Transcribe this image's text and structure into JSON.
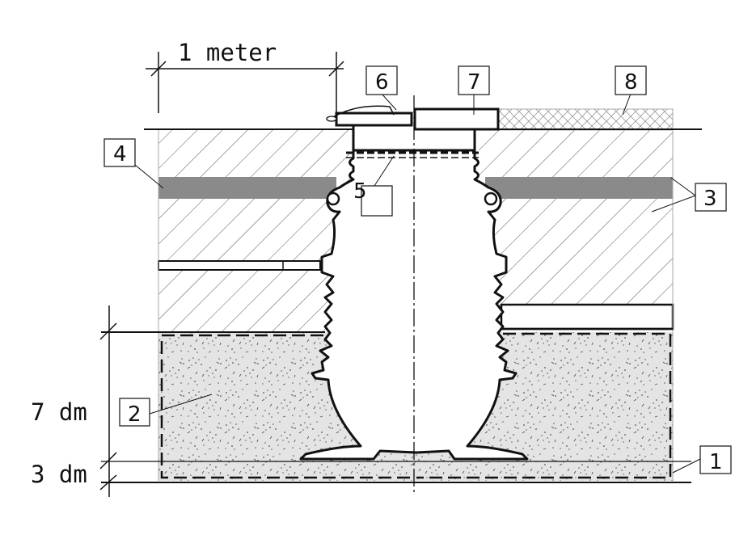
{
  "dimensions": {
    "width_label": "1 meter",
    "height_upper_label": "7 dm",
    "height_lower_label": "3 dm"
  },
  "callouts": [
    {
      "id": "callout-1",
      "label": "1"
    },
    {
      "id": "callout-2",
      "label": "2"
    },
    {
      "id": "callout-3",
      "label": "3"
    },
    {
      "id": "callout-4",
      "label": "4"
    },
    {
      "id": "callout-5",
      "label": "5"
    },
    {
      "id": "callout-6",
      "label": "6"
    },
    {
      "id": "callout-7",
      "label": "7"
    },
    {
      "id": "callout-8",
      "label": "8"
    }
  ],
  "colors": {
    "line": "#111111",
    "gravel_fill": "#e4e4e4",
    "dark_band": "#8a8a8a",
    "hatch": "#555555"
  }
}
